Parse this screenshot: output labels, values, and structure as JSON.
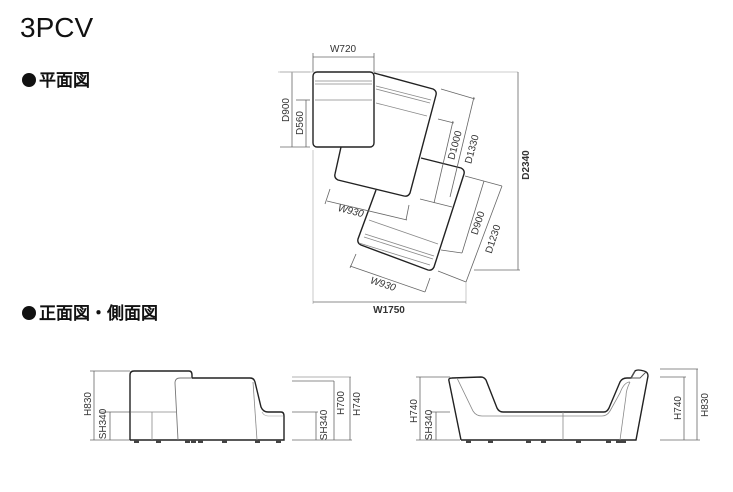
{
  "title": "3PCV",
  "sections": {
    "plan": {
      "bullet": "●",
      "label": "平面図"
    },
    "elevation": {
      "bullet": "●",
      "label": "正面図・側面図"
    }
  },
  "plan_view": {
    "dimensions": {
      "w720": "W720",
      "d900": "D900",
      "d560": "D560",
      "d1000": "D1000",
      "d1330": "D1330",
      "d2340": "D2340",
      "w930_upper": "W930",
      "d900_lower": "D900",
      "d1230": "D1230",
      "w930_lower": "W930",
      "w1750": "W1750"
    }
  },
  "front_view": {
    "dimensions": {
      "h830": "H830",
      "sh340_left": "SH340",
      "sh340_right": "SH340",
      "h700": "H700",
      "h740": "H740"
    }
  },
  "side_view": {
    "dimensions": {
      "h740_left": "H740",
      "sh340": "SH340",
      "h740_right": "H740",
      "h830": "H830"
    }
  },
  "colors": {
    "outline": "#222222",
    "dim_line": "#555555",
    "inner_line": "#888888"
  }
}
